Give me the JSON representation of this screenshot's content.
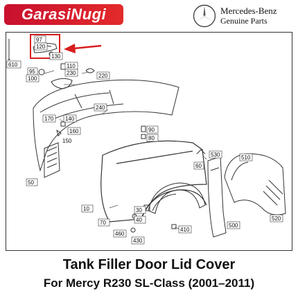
{
  "header": {
    "brand_name": "GarasiNugi",
    "mb_line1": "Mercedes-Benz",
    "mb_line2": "Genuine Parts",
    "mb_logo_icon": "mercedes-star-icon"
  },
  "diagram": {
    "highlight_color": "#d81e1e",
    "part_numbers": [
      "97",
      "120",
      "130",
      "610",
      "110",
      "230",
      "95",
      "100",
      "220",
      "240",
      "170",
      "140",
      "160",
      "150",
      "90",
      "80",
      "530",
      "510",
      "60",
      "50",
      "10",
      "70",
      "30",
      "40",
      "460",
      "430",
      "410",
      "500",
      "520"
    ]
  },
  "product": {
    "title_line1": "Tank Filler Door Lid Cover",
    "title_line2": "For Mercy R230 SL-Class (2001–2011)"
  }
}
